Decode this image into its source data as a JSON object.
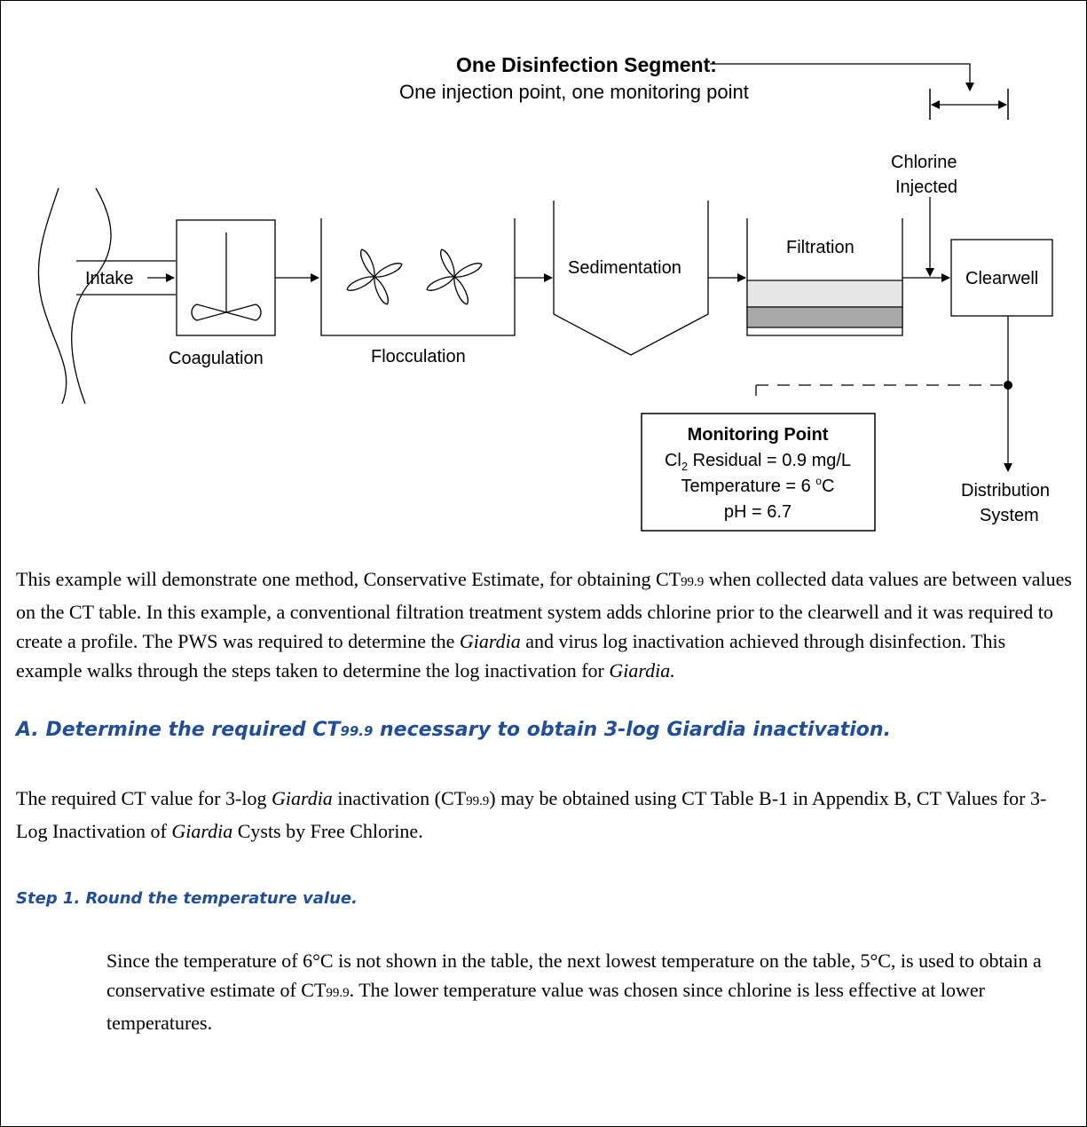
{
  "diagram": {
    "segment_title": "One Disinfection Segment:",
    "segment_subtitle": "One injection point, one monitoring point",
    "chlorine_line1": "Chlorine",
    "chlorine_line2": "Injected",
    "intake": "Intake",
    "coagulation": "Coagulation",
    "flocculation": "Flocculation",
    "sedimentation": "Sedimentation",
    "filtration": "Filtration",
    "clearwell": "Clearwell",
    "distribution_line1": "Distribution",
    "distribution_line2": "System",
    "monitoring": {
      "title": "Monitoring Point",
      "cl_label_prefix": "Cl",
      "cl_label_sub": "2",
      "cl_value": " Residual = 0.9 mg/L",
      "temperature": "Temperature = 6 ",
      "temperature_deg": "o",
      "temperature_unit": "C",
      "ph": "pH = 6.7"
    }
  },
  "intro": {
    "p1": "This example will demonstrate one method, Conservative Estimate, for obtaining CT",
    "p1_sub": "99.9",
    "p2": " when collected data values are between values on the CT table. In this example, a conventional filtration treatment system adds chlorine prior to the clearwell and it was required to create a profile. The PWS was required to determine the ",
    "p2_italic": "Giardia",
    "p3": " and virus log inactivation achieved through disinfection. This example walks through the steps taken to determine the log inactivation for ",
    "p3_italic": "Giardia.",
    "p3_end": ""
  },
  "section_a": {
    "heading_pre": "A. Determine the required CT",
    "heading_sub": "99.9",
    "heading_post": " necessary to obtain 3-log Giardia inactivation.",
    "text1": "The required CT value for 3-log ",
    "text1_italic": "Giardia",
    "text2": " inactivation (CT",
    "text2_sub": "99.9",
    "text3": ") may be obtained using CT Table B-1 in Appendix B, CT Values for 3-Log Inactivation of ",
    "text3_italic": "Giardia",
    "text4": " Cysts by Free Chlorine."
  },
  "step1": {
    "heading": "Step 1. Round the temperature value.",
    "text1": "Since the temperature of 6°C is not shown in the table, the next lowest temperature on the table, 5°C, is used to obtain a conservative estimate of CT",
    "text1_sub": "99.9",
    "text2": ". The lower temperature value was chosen since chlorine is less effective at lower temperatures."
  }
}
